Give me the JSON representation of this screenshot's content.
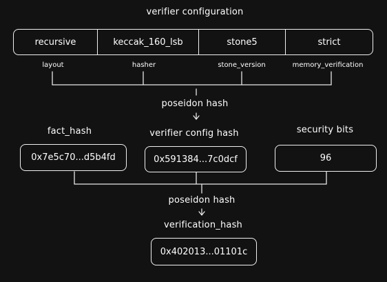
{
  "title": "verifier configuration",
  "config": {
    "cells": [
      "recursive",
      "keccak_160_lsb",
      "stone5",
      "strict"
    ],
    "labels": [
      "layout",
      "hasher",
      "stone_version",
      "memory_verification"
    ]
  },
  "hash1": {
    "label": "poseidon hash"
  },
  "inputs": [
    {
      "title": "fact_hash",
      "value": "0x7e5c70...d5b4fd"
    },
    {
      "title": "verifier config hash",
      "value": "0x591384...7c0dcf"
    },
    {
      "title": "security bits",
      "value": "96"
    }
  ],
  "hash2": {
    "label": "poseidon hash"
  },
  "result": {
    "title": "verification_hash",
    "value": "0x402013...01101c"
  }
}
